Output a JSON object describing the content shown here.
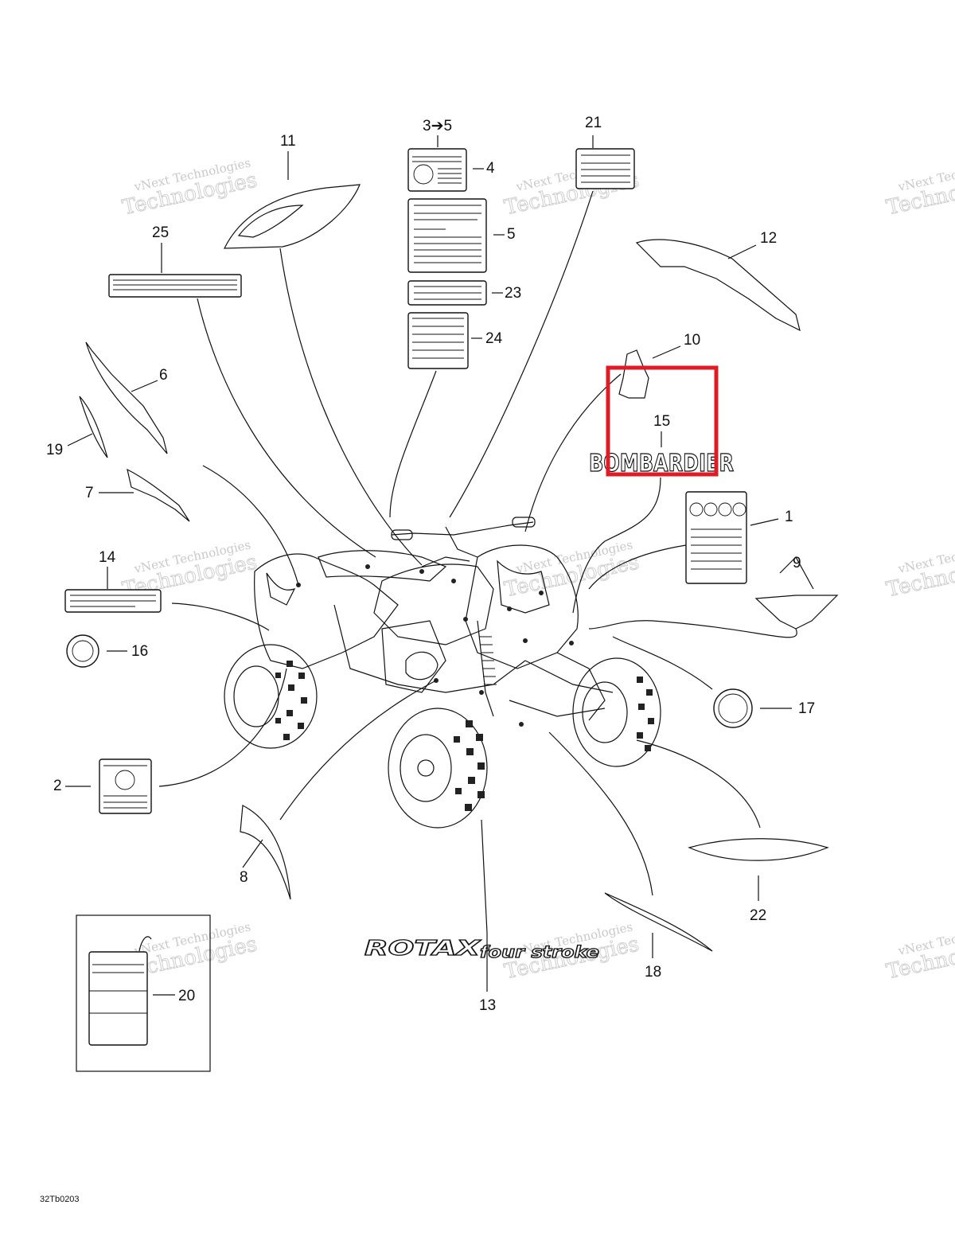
{
  "callouts": {
    "c1": "1",
    "c2": "2",
    "c3to5": "3➔5",
    "c4": "4",
    "c5": "5",
    "c6": "6",
    "c7": "7",
    "c8": "8",
    "c9": "9",
    "c10": "10",
    "c11": "11",
    "c12": "12",
    "c13": "13",
    "c14": "14",
    "c15": "15",
    "c16": "16",
    "c17": "17",
    "c18": "18",
    "c19": "19",
    "c20": "20",
    "c21": "21",
    "c22": "22",
    "c23": "23",
    "c24": "24",
    "c25": "25"
  },
  "logos": {
    "bombardier": "BOMBARDIER",
    "rotax": "ROTAX",
    "rotax_suffix": "four stroke"
  },
  "watermark": {
    "line1": "vNext Technologies",
    "line2": "Technologies",
    "line3": "vNext"
  },
  "drawing_code": "32Tb0203",
  "highlight": {
    "color": "#e01b24",
    "target": "15"
  },
  "colors": {
    "ink": "#111111",
    "watermark": "#c9c9c9"
  }
}
